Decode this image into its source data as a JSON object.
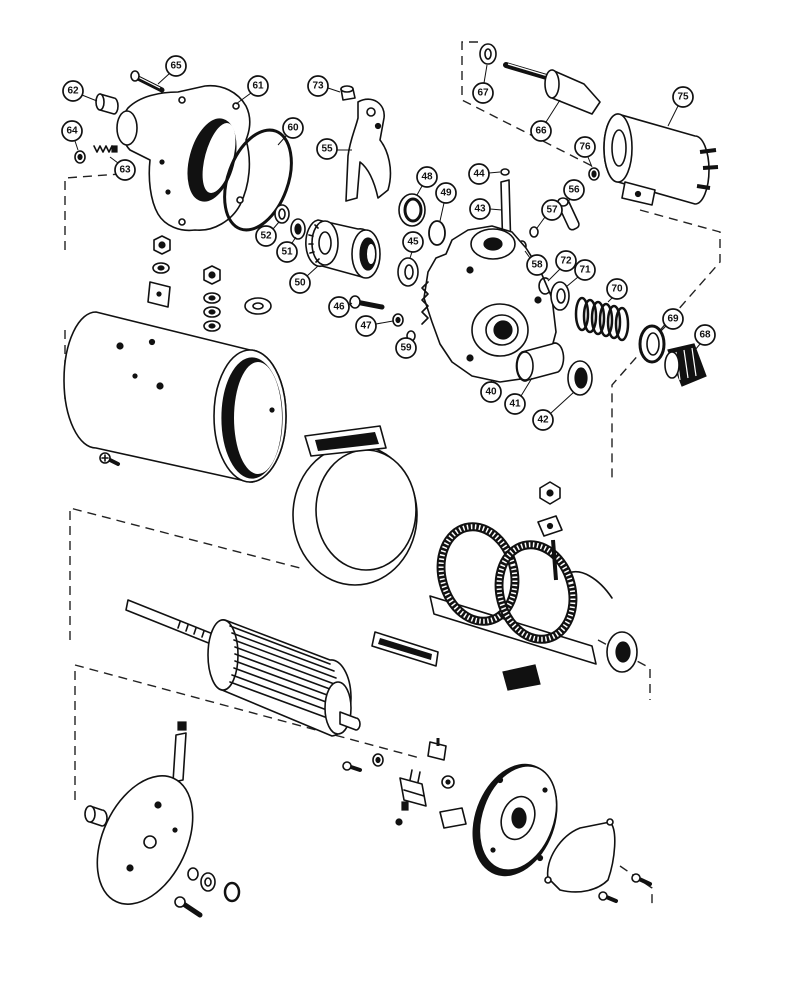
{
  "colors": {
    "ink": "#111111",
    "paper": "#ffffff"
  },
  "diagram": {
    "callouts": [
      "65",
      "61",
      "62",
      "73",
      "67",
      "75",
      "64",
      "60",
      "66",
      "63",
      "55",
      "76",
      "48",
      "49",
      "44",
      "56",
      "52",
      "51",
      "43",
      "57",
      "45",
      "58",
      "72",
      "71",
      "50",
      "70",
      "46",
      "47",
      "69",
      "59",
      "68",
      "40",
      "41",
      "42"
    ]
  }
}
